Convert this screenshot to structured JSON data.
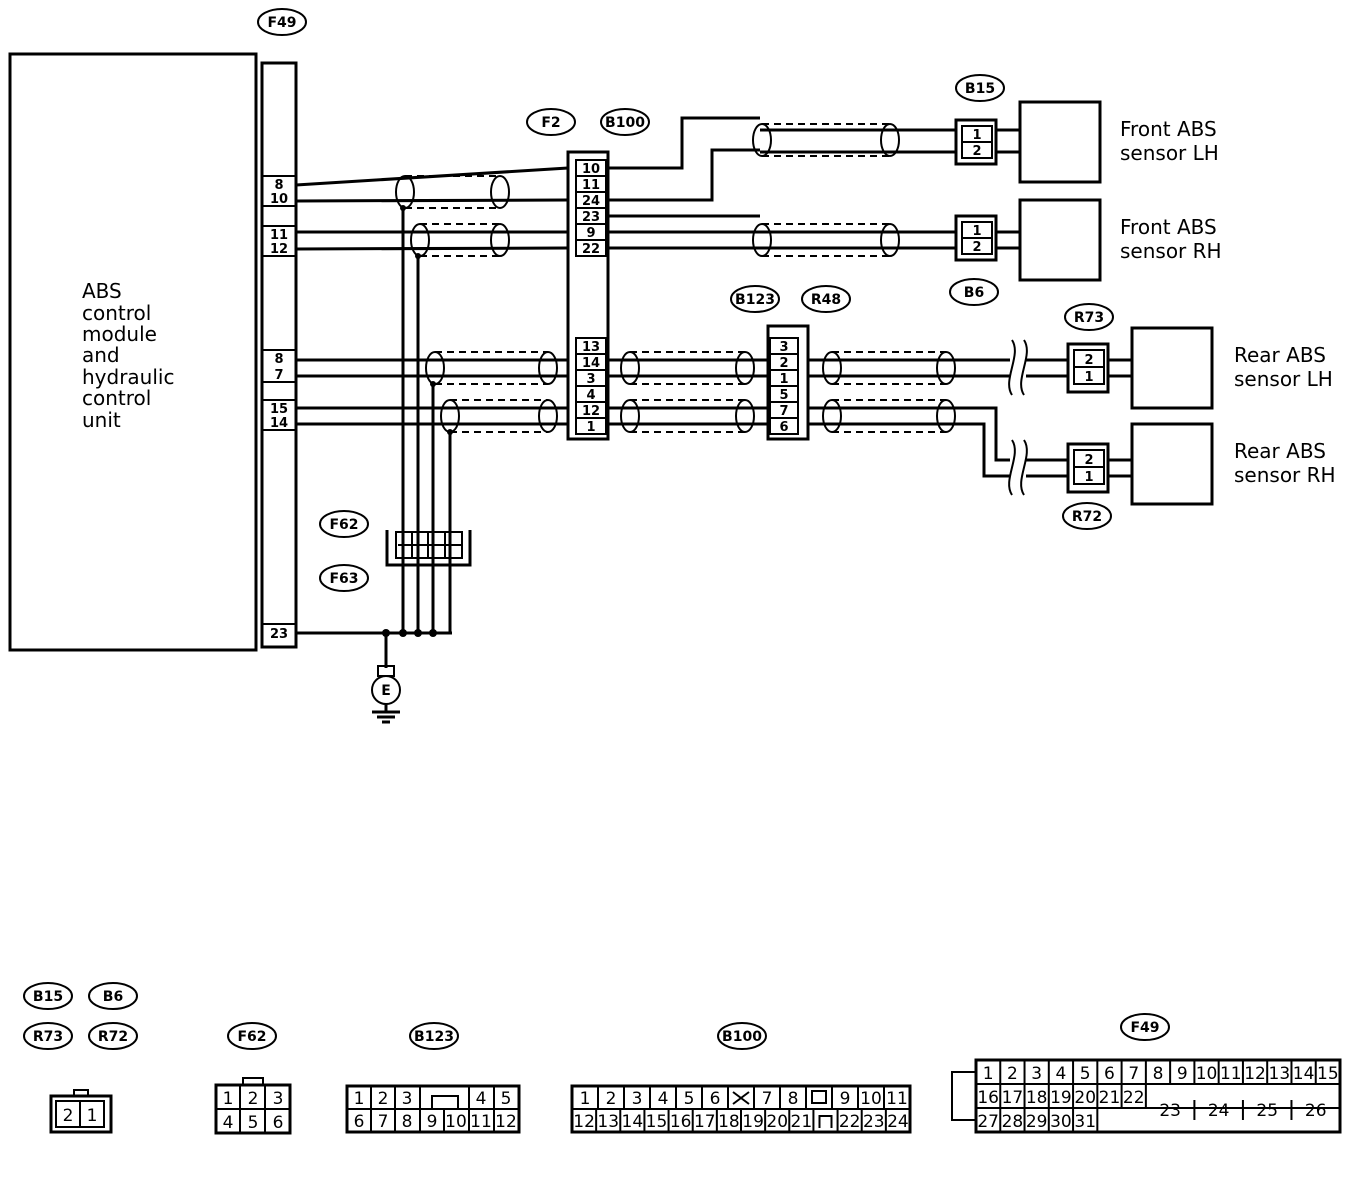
{
  "module": {
    "label_lines": [
      "ABS",
      "control",
      "module",
      "and",
      "hydraulic",
      "control",
      "unit"
    ],
    "connector": "F49",
    "pins": [
      "8",
      "10",
      "11",
      "12",
      "8",
      "7",
      "15",
      "14",
      "23"
    ]
  },
  "connectors": {
    "f2": "F2",
    "b100": "B100",
    "b100_pins": [
      "10",
      "11",
      "24",
      "23",
      "9",
      "22",
      "13",
      "14",
      "3",
      "4",
      "12",
      "1"
    ],
    "b123": "B123",
    "r48": "R48",
    "b123_pins": [
      "3",
      "2",
      "1",
      "5",
      "7",
      "6"
    ],
    "f62": "F62",
    "f63": "F63",
    "ground": "E"
  },
  "sensors": [
    {
      "line1": "Front ABS",
      "line2": "sensor LH",
      "connector": "B15",
      "pins": [
        "1",
        "2"
      ]
    },
    {
      "line1": "Front ABS",
      "line2": "sensor RH",
      "connector": "B6",
      "pins": [
        "1",
        "2"
      ]
    },
    {
      "line1": "Rear ABS",
      "line2": "sensor LH",
      "connector": "R73",
      "pins": [
        "2",
        "1"
      ]
    },
    {
      "line1": "Rear ABS",
      "line2": "sensor RH",
      "connector": "R72",
      "pins": [
        "2",
        "1"
      ]
    }
  ],
  "legend": {
    "tags": [
      "B15",
      "B6",
      "R73",
      "R72",
      "F62",
      "B123",
      "B100",
      "F49"
    ],
    "two_pin": [
      "2",
      "1"
    ],
    "f62_rows": [
      [
        "1",
        "2",
        "3"
      ],
      [
        "4",
        "5",
        "6"
      ]
    ],
    "b123_rows": [
      [
        "1",
        "2",
        "3",
        "4",
        "5"
      ],
      [
        "6",
        "7",
        "8",
        "9",
        "10",
        "11",
        "12"
      ]
    ],
    "b100_rows": [
      [
        "1",
        "2",
        "3",
        "4",
        "5",
        "6",
        "7",
        "8",
        "9",
        "10",
        "11"
      ],
      [
        "12",
        "13",
        "14",
        "15",
        "16",
        "17",
        "18",
        "19",
        "20",
        "21",
        "22",
        "23",
        "24"
      ]
    ],
    "f49_rows": [
      [
        "1",
        "2",
        "3",
        "4",
        "5",
        "6",
        "7",
        "8",
        "9",
        "10",
        "11",
        "12",
        "13",
        "14",
        "15"
      ],
      [
        "16",
        "17",
        "18",
        "19",
        "20",
        "21",
        "22"
      ],
      [
        "23",
        "24",
        "25",
        "26"
      ],
      [
        "27",
        "28",
        "29",
        "30",
        "31"
      ]
    ]
  }
}
